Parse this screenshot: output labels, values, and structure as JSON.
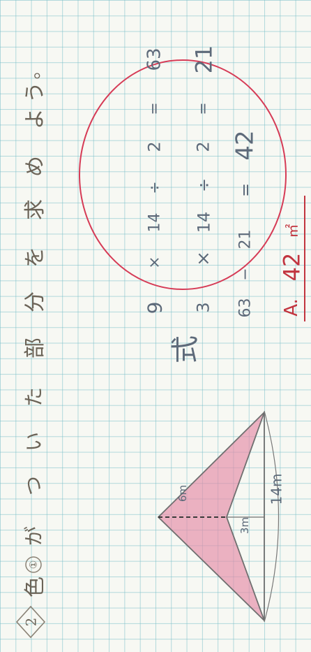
{
  "problem": {
    "number": "2",
    "instruction": [
      "色",
      "が",
      "つ",
      "い",
      "た",
      "部",
      "分",
      "を",
      "求",
      "め",
      "よ",
      "う",
      "。"
    ],
    "item_number": "①"
  },
  "figure": {
    "labels": {
      "height": "6m",
      "inner": "3m",
      "base": "14m"
    },
    "colors": {
      "fill": "#e58aa6",
      "stroke": "#6f6f6f",
      "ellipse": "#d63b56"
    }
  },
  "work": {
    "label": "式",
    "line1": [
      "9",
      "×",
      "14",
      "÷",
      "2",
      "=",
      "63"
    ],
    "line2": [
      "3",
      "×",
      "14",
      "÷",
      "2",
      "=",
      "21"
    ],
    "line3": [
      "63",
      "−",
      "21",
      "=",
      "42"
    ]
  },
  "answer": {
    "prefix": "A.",
    "value": "42",
    "unit": "㎡"
  }
}
